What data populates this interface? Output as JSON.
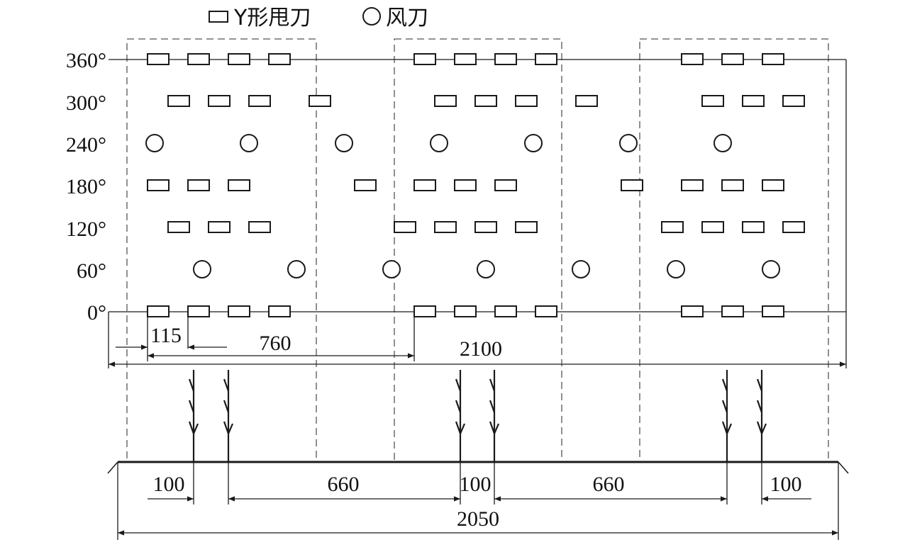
{
  "legend": {
    "flail_label": "Y形甩刀",
    "fan_label": "风刀"
  },
  "angle_labels": [
    "360°",
    "300°",
    "240°",
    "180°",
    "120°",
    "60°",
    "0°"
  ],
  "dimensions_top": {
    "d115": "115",
    "d760": "760",
    "d2100": "2100"
  },
  "dimensions_bottom": {
    "d100_left": "100",
    "d660_left": "660",
    "d100_mid": "100",
    "d660_right": "660",
    "d100_right": "100",
    "d2050": "2050"
  },
  "colors": {
    "stroke": "#1a1a1a",
    "dashed": "#555555"
  }
}
